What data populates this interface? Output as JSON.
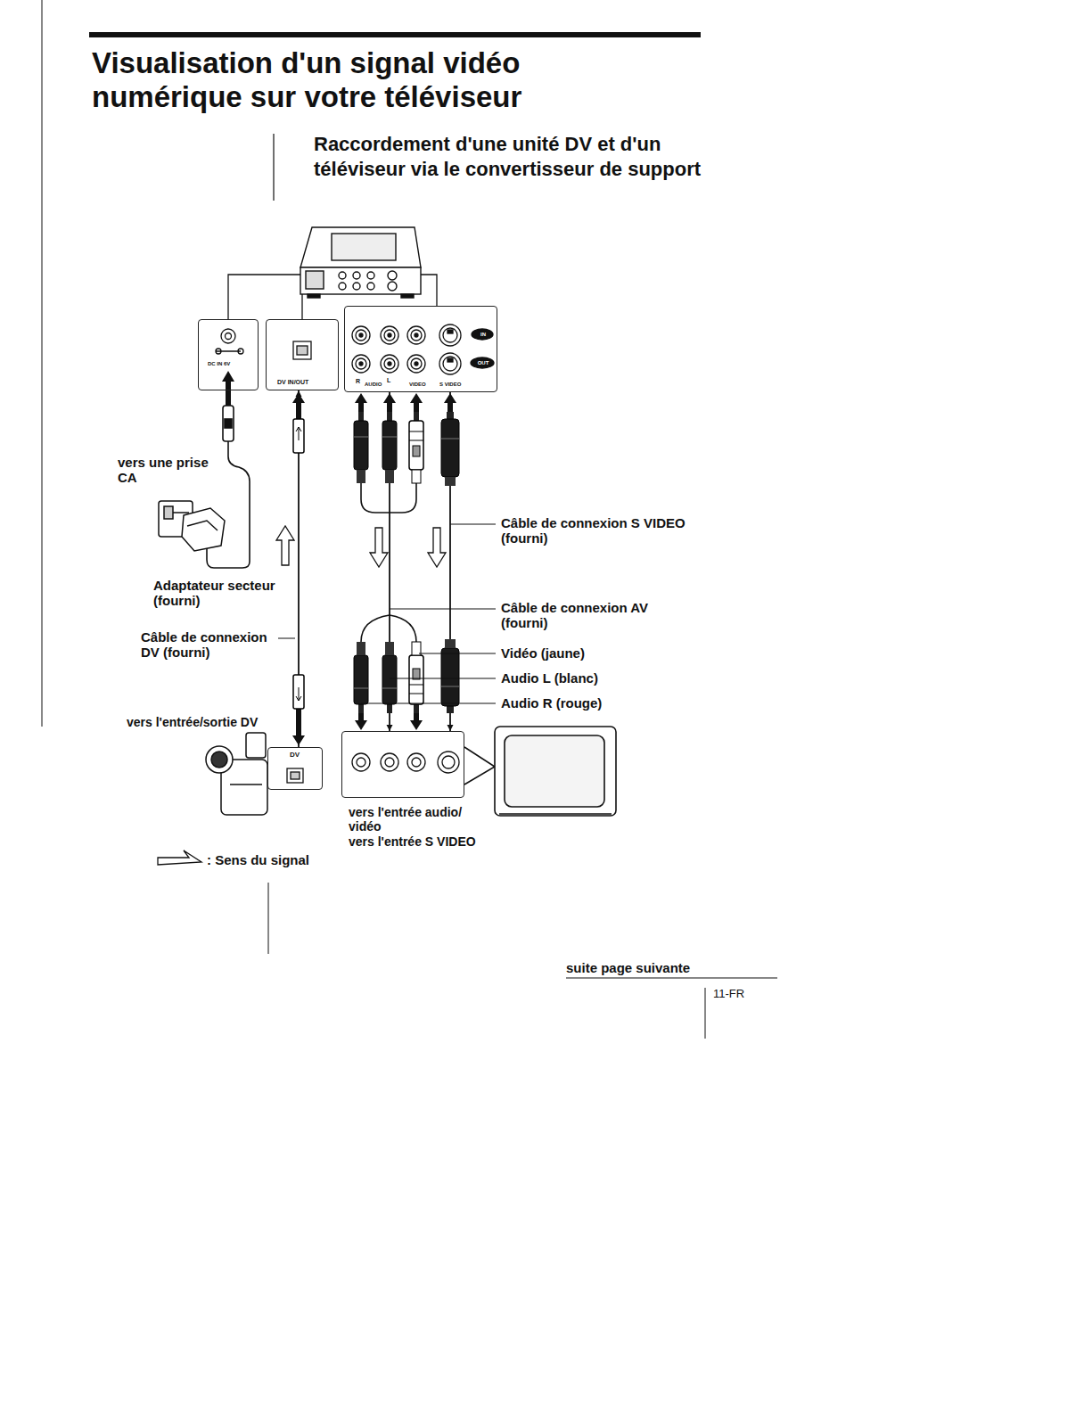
{
  "diagram": {
    "title": "Visualisation d'un signal vidéo numérique sur votre téléviseur",
    "nodes": [
      {
        "text": [
          "DC IN 6V"
        ]
      },
      {
        "text": [
          "DV IN/OUT"
        ]
      },
      {
        "text": [
          "R",
          "AUDIO",
          "L",
          "VIDEO",
          "S VIDEO",
          "IN",
          "OUT"
        ]
      },
      {
        "text": [
          "DV"
        ]
      },
      {
        "text": [
          "vers l'entrée audio/ vidéo",
          "vers l'entrée S VIDEO"
        ]
      }
    ],
    "edges": [
      {
        "from": 3,
        "to": 1,
        "arrow": "to"
      },
      {
        "from": 2,
        "to": 4,
        "arrow": "to"
      },
      {
        "from": 2,
        "to": 4,
        "arrow": "to"
      }
    ],
    "labels": [
      "vers une prise CA",
      "Adaptateur secteur (fourni)",
      "Câble de connexion DV (fourni)",
      "vers l'entrée/sortie DV",
      "Câble de connexion S VIDEO (fourni)",
      "Câble de connexion AV (fourni)",
      "Vidéo (jaune)",
      "Audio L (blanc)",
      "Audio R (rouge)",
      "suite page suivante",
      "11-FR",
      "Raccordement d'une unité DV et d'un téléviseur via le convertisseur de support"
    ],
    "legend": [
      {
        "text": ": Sens du signal"
      }
    ]
  }
}
